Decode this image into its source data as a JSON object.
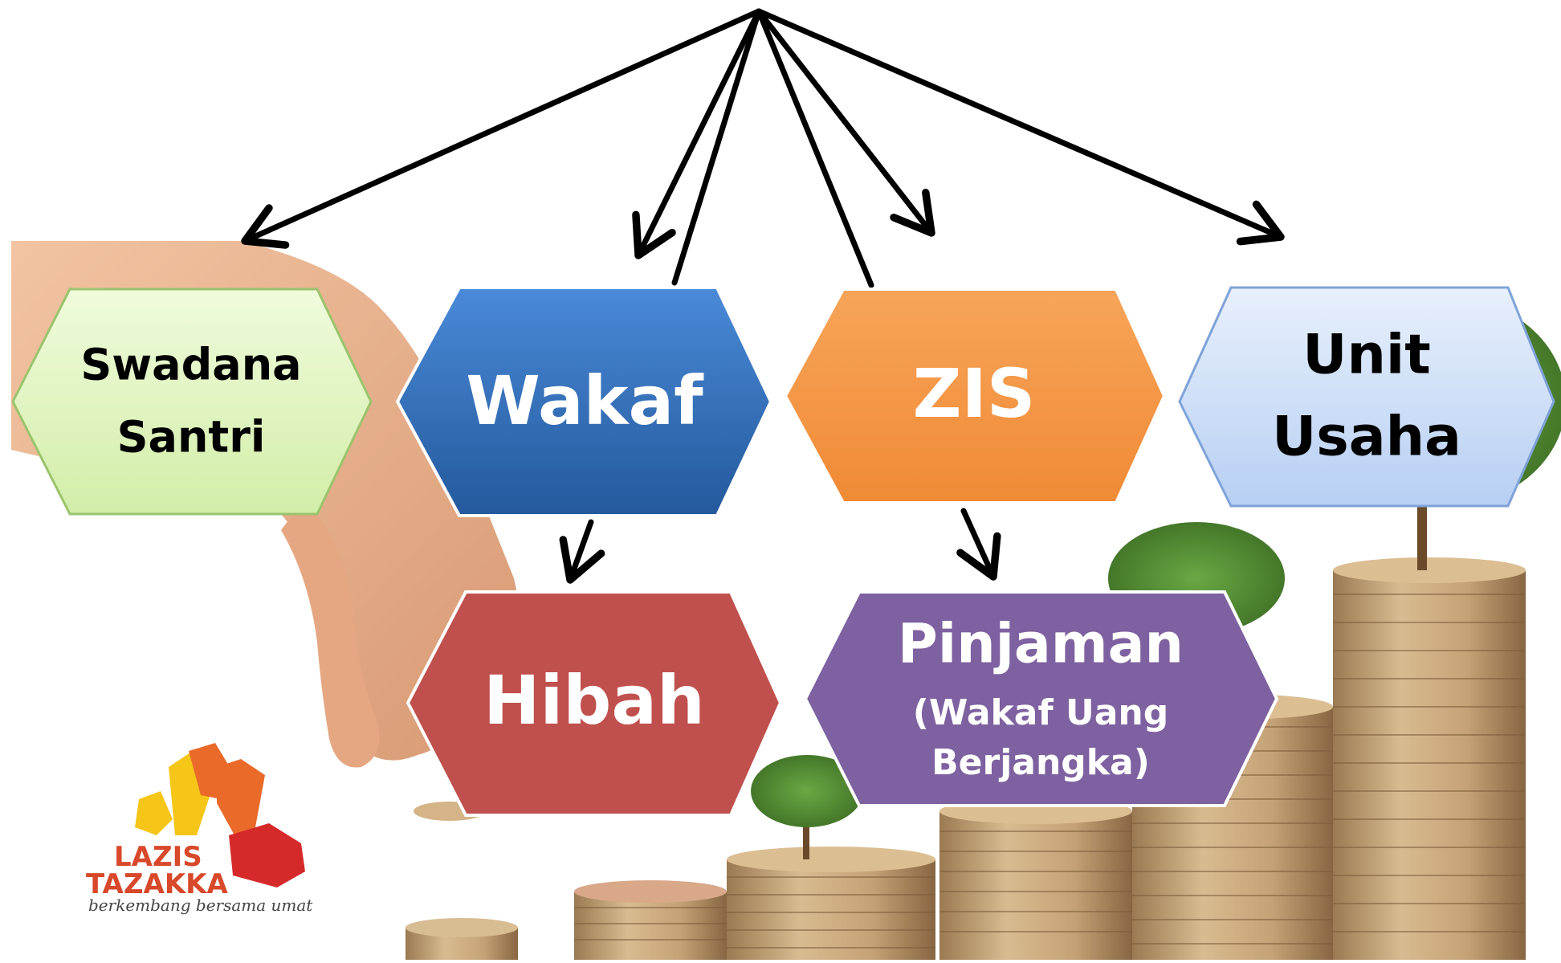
{
  "diagram": {
    "nodes": {
      "swadana_santri": {
        "lines": [
          "Swadana",
          "Santri"
        ],
        "fill": "#e3f5c4",
        "text_color": "#000000"
      },
      "wakaf": {
        "lines": [
          "Wakaf"
        ],
        "fill": "#2f6fb7",
        "text_color": "#ffffff"
      },
      "zis": {
        "lines": [
          "ZIS"
        ],
        "fill": "#f59a4a",
        "text_color": "#ffffff"
      },
      "unit_usaha": {
        "lines": [
          "Unit",
          "Usaha"
        ],
        "fill": "#cfe0f8",
        "text_color": "#000000"
      },
      "hibah": {
        "lines": [
          "Hibah"
        ],
        "fill": "#c0504d",
        "text_color": "#ffffff"
      },
      "pinjaman": {
        "lines": [
          "Pinjaman",
          "(Wakaf Uang",
          "Berjangka)"
        ],
        "fill": "#7e61a0",
        "text_color": "#ffffff"
      }
    },
    "arrow_color": "#000000"
  },
  "logo": {
    "title_line1": "LAZIS",
    "title_line2": "TAZAKKA",
    "tagline": "berkembang bersama umat",
    "colors": {
      "yellow": "#f5c518",
      "orange": "#ea6a2a",
      "red": "#d62a2a",
      "text": "#d8482a"
    }
  },
  "background": {
    "coin_color": "#c7a67a",
    "coin_dark": "#8a6a45",
    "tree_color": "#4e8a2f",
    "hand_color": "#e8b08a"
  }
}
